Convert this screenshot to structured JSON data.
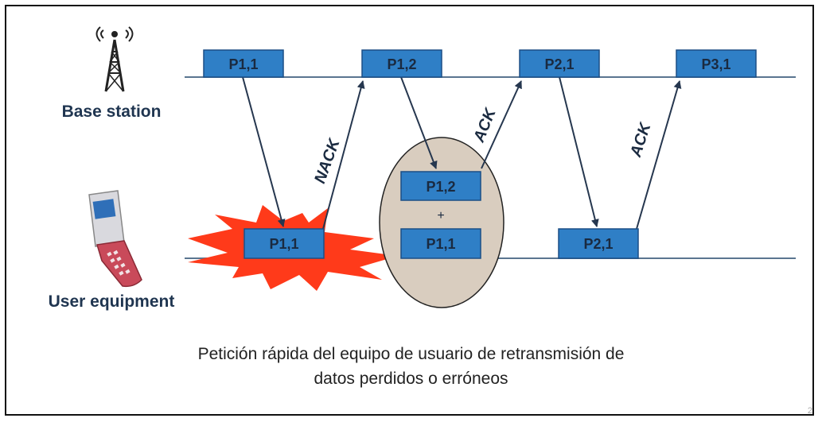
{
  "labels": {
    "base_station": "Base station",
    "user_equipment": "User equipment"
  },
  "top_packets": [
    "P1,1",
    "P1,2",
    "P2,1",
    "P3,1"
  ],
  "bottom_packets": {
    "first": "P1,1",
    "combined_top": "P1,2",
    "plus": "+",
    "combined_bottom": "P1,1",
    "last": "P2,1"
  },
  "feedback": {
    "nack": "NACK",
    "ack1": "ACK",
    "ack2": "ACK"
  },
  "caption": {
    "line1": "Petición rápida del equipo de usuario de retransmisión de",
    "line2": "datos perdidos o erróneos"
  },
  "page_number": "2",
  "colors": {
    "packet_fill": "#2f7fc6",
    "packet_border": "#1b4f86",
    "line": "#5a7590",
    "arrow": "#26374f",
    "burst": "#ff3a1a",
    "ellipse": "#d9cdbf"
  },
  "icons": [
    "antenna-tower-icon",
    "mobile-phone-icon"
  ]
}
